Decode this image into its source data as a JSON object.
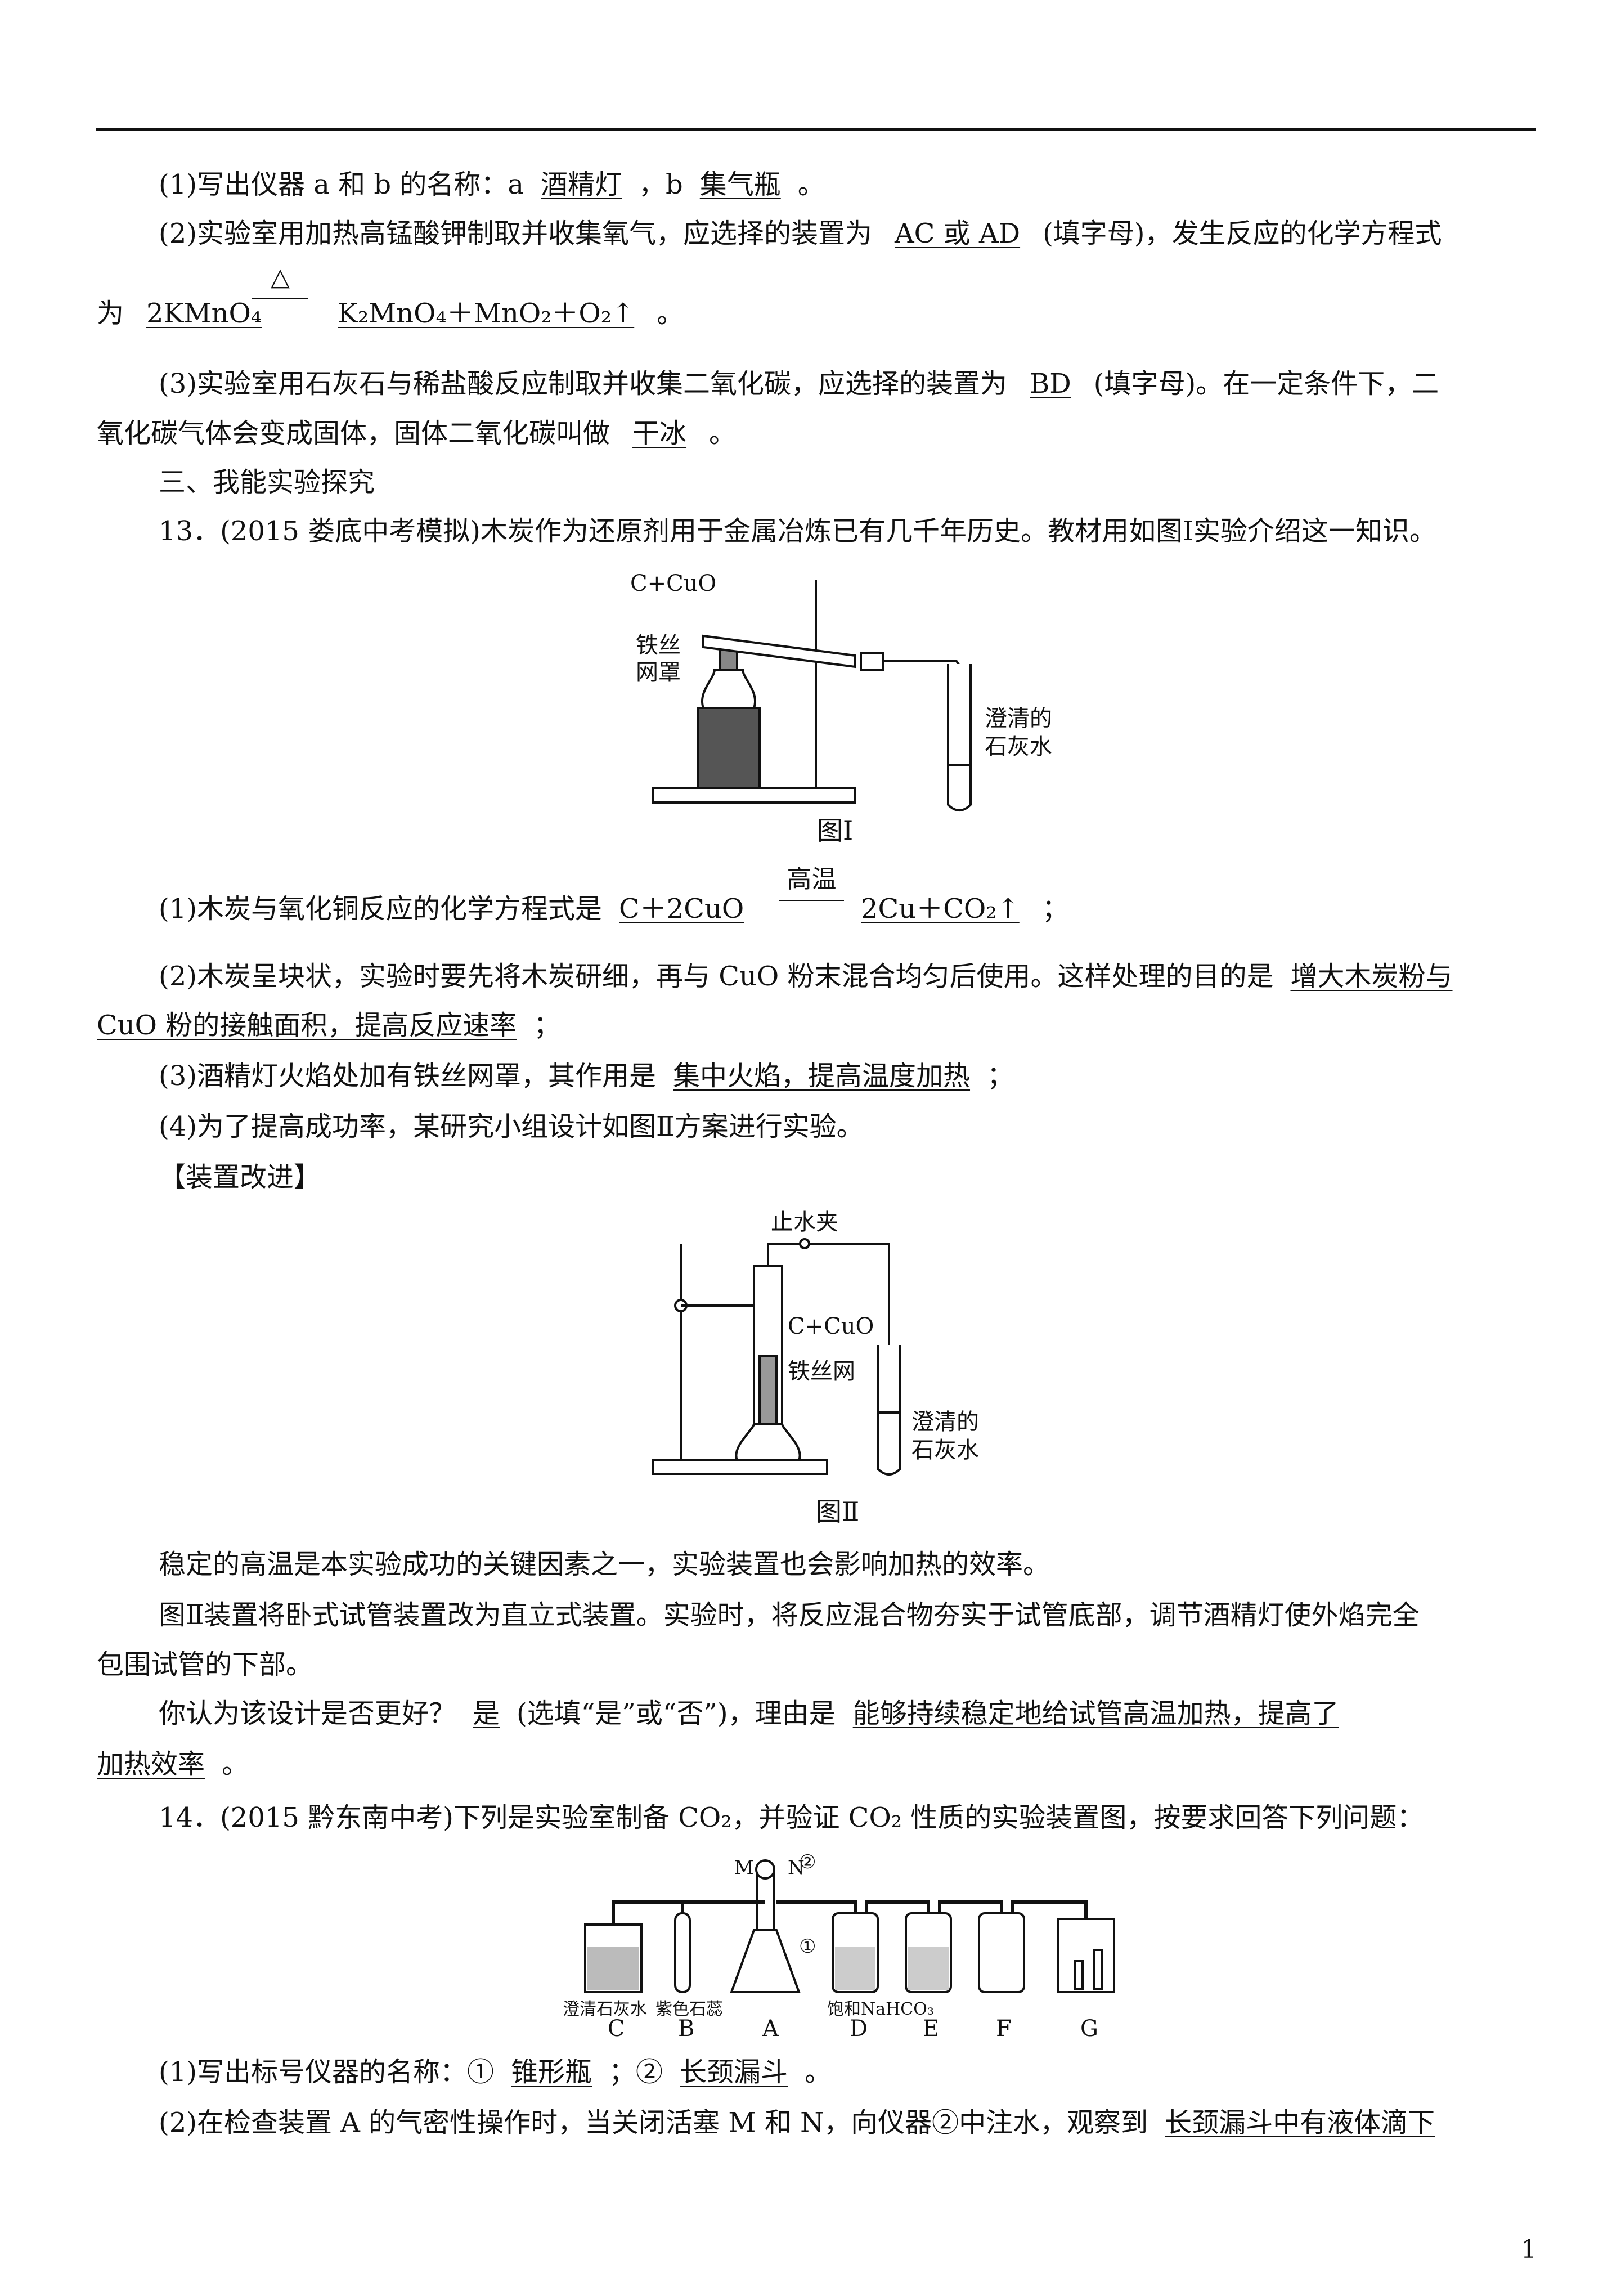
{
  "q12": {
    "p1_pre": "(1)写出仪器 a 和 b 的名称：a",
    "p1_a": "酒精灯",
    "p1_mid": "，b",
    "p1_b": "集气瓶",
    "p1_end": "。",
    "p2_pre": "(2)实验室用加热高锰酸钾制取并收集氧气，应选择的装置为",
    "p2_ans": "AC 或 AD",
    "p2_post": "(填字母)，发生反应的化学方程式",
    "p2b_pre": "为",
    "p2b_lhs": "2KMnO₄",
    "p2b_cond": "△",
    "p2b_rhs": "K₂MnO₄＋MnO₂＋O₂↑",
    "p2b_end": "。",
    "p3_pre": "(3)实验室用石灰石与稀盐酸反应制取并收集二氧化碳，应选择的装置为",
    "p3_ans": "BD",
    "p3_post": "(填字母)。在一定条件下，二",
    "p3b_pre": "氧化碳气体会变成固体，固体二氧化碳叫做",
    "p3b_ans": "干冰",
    "p3b_end": "。"
  },
  "section3": "三、我能实验探究",
  "q13": {
    "intro": "13．(2015 娄底中考模拟)木炭作为还原剂用于金属冶炼已有几千年历史。教材用如图Ⅰ实验介绍这一知识。",
    "fig1": {
      "reagent": "C+CuO",
      "mesh1": "铁丝",
      "mesh2": "网罩",
      "lime1": "澄清的",
      "lime2": "石灰水",
      "caption": "图Ⅰ"
    },
    "p1_pre": "(1)木炭与氧化铜反应的化学方程式是",
    "p1_lhs": "C＋2CuO",
    "p1_cond": "高温",
    "p1_rhs": "2Cu＋CO₂↑",
    "p1_end": "；",
    "p2_pre": "(2)木炭呈块状，实验时要先将木炭研细，再与 CuO 粉末混合均匀后使用。这样处理的目的是",
    "p2_ans1": "增大木炭粉与",
    "p2b_ans2": "CuO 粉的接触面积，提高反应速率",
    "p2b_end": "；",
    "p3_pre": "(3)酒精灯火焰处加有铁丝网罩，其作用是",
    "p3_ans": "集中火焰，提高温度加热",
    "p3_end": "；",
    "p4": "(4)为了提高成功率，某研究小组设计如图Ⅱ方案进行实验。",
    "improve": "【装置改进】",
    "fig2": {
      "clamp": "止水夹",
      "reagent": "C+CuO",
      "mesh": "铁丝网",
      "lime1": "澄清的",
      "lime2": "石灰水",
      "caption": "图Ⅱ"
    },
    "s1": "稳定的高温是本实验成功的关键因素之一，实验装置也会影响加热的效率。",
    "s2a": "图Ⅱ装置将卧式试管装置改为直立式装置。实验时，将反应混合物夯实于试管底部，调节酒精灯使外焰完全",
    "s2b": "包围试管的下部。",
    "s3_pre": "你认为该设计是否更好？",
    "s3_ans": "是",
    "s3_mid": "(选填“是”或“否”)，理由是",
    "s3_reason1": "能够持续稳定地给试管高温加热，提高了",
    "s3b_reason2": "加热效率",
    "s3b_end": "。"
  },
  "q14": {
    "intro": "14．(2015 黔东南中考)下列是实验室制备 CO₂，并验证 CO₂ 性质的实验装置图，按要求回答下列问题：",
    "fig": {
      "valve_m": "M",
      "valve_n": "N",
      "mark1": "①",
      "mark2": "②",
      "label_c": "澄清石灰水",
      "label_b": "紫色石蕊",
      "label_e": "饱和NaHCO₃",
      "letters": [
        "C",
        "B",
        "A",
        "D",
        "E",
        "F",
        "G"
      ]
    },
    "p1_pre": "(1)写出标号仪器的名称：①",
    "p1_a1": "锥形瓶",
    "p1_mid": "；②",
    "p1_a2": "长颈漏斗",
    "p1_end": "。",
    "p2_pre": "(2)在检查装置 A 的气密性操作时，当关闭活塞 M 和 N，向仪器②中注水，观察到",
    "p2_ans": "长颈漏斗中有液体滴下"
  },
  "page_number": "1"
}
